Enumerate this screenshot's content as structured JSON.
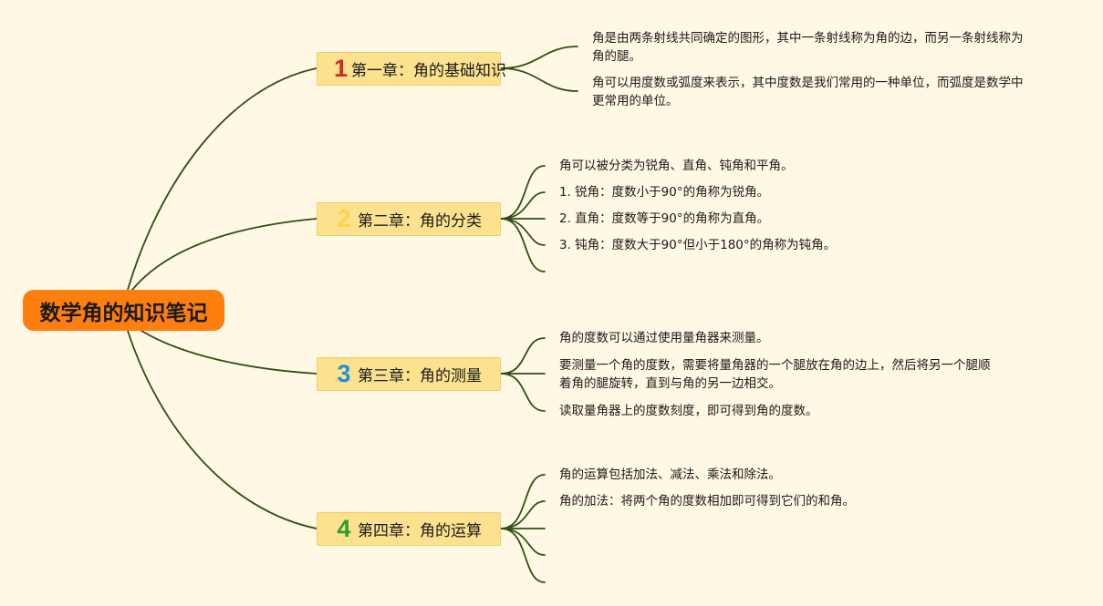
{
  "root": {
    "label": "数学角的知识笔记"
  },
  "colors": {
    "line": "#2f4f14",
    "root_bg": "#ff7f0e",
    "chapter_bg": "#fce28e",
    "background": "#fef8e4"
  },
  "chapters": [
    {
      "number": "1",
      "number_color": "#d62728",
      "title": "第一章：角的基础知识",
      "notes": [
        [
          "角是由两条射线共同确定的图形，其中一条射线称为角的边，而另一条射线称为",
          "角的腿。"
        ],
        [
          "角可以用度数或弧度来表示，其中度数是我们常用的一种单位，而弧度是数学中",
          "更常用的单位。"
        ]
      ]
    },
    {
      "number": "2",
      "number_color": "#fcd34d",
      "title": "第二章：角的分类",
      "notes": [
        [
          "角可以被分类为锐角、直角、钝角和平角。"
        ],
        [
          "1. 锐角：度数小于90°的角称为锐角。"
        ],
        [
          "2. 直角：度数等于90°的角称为直角。"
        ],
        [
          "3. 钝角：度数大于90°但小于180°的角称为钝角。"
        ],
        []
      ]
    },
    {
      "number": "3",
      "number_color": "#1f8fd6",
      "title": "第三章：角的测量",
      "notes": [
        [
          "角的度数可以通过使用量角器来测量。"
        ],
        [
          "要测量一个角的度数，需要将量角器的一个腿放在角的边上，然后将另一个腿顺",
          "着角的腿旋转，直到与角的另一边相交。"
        ],
        [
          "读取量角器上的度数刻度，即可得到角的度数。"
        ]
      ]
    },
    {
      "number": "4",
      "number_color": "#2ca02c",
      "title": "第四章：角的运算",
      "notes": [
        [
          "角的运算包括加法、减法、乘法和除法。"
        ],
        [
          "角的加法：将两个角的度数相加即可得到它们的和角。"
        ],
        [],
        [],
        []
      ]
    }
  ]
}
